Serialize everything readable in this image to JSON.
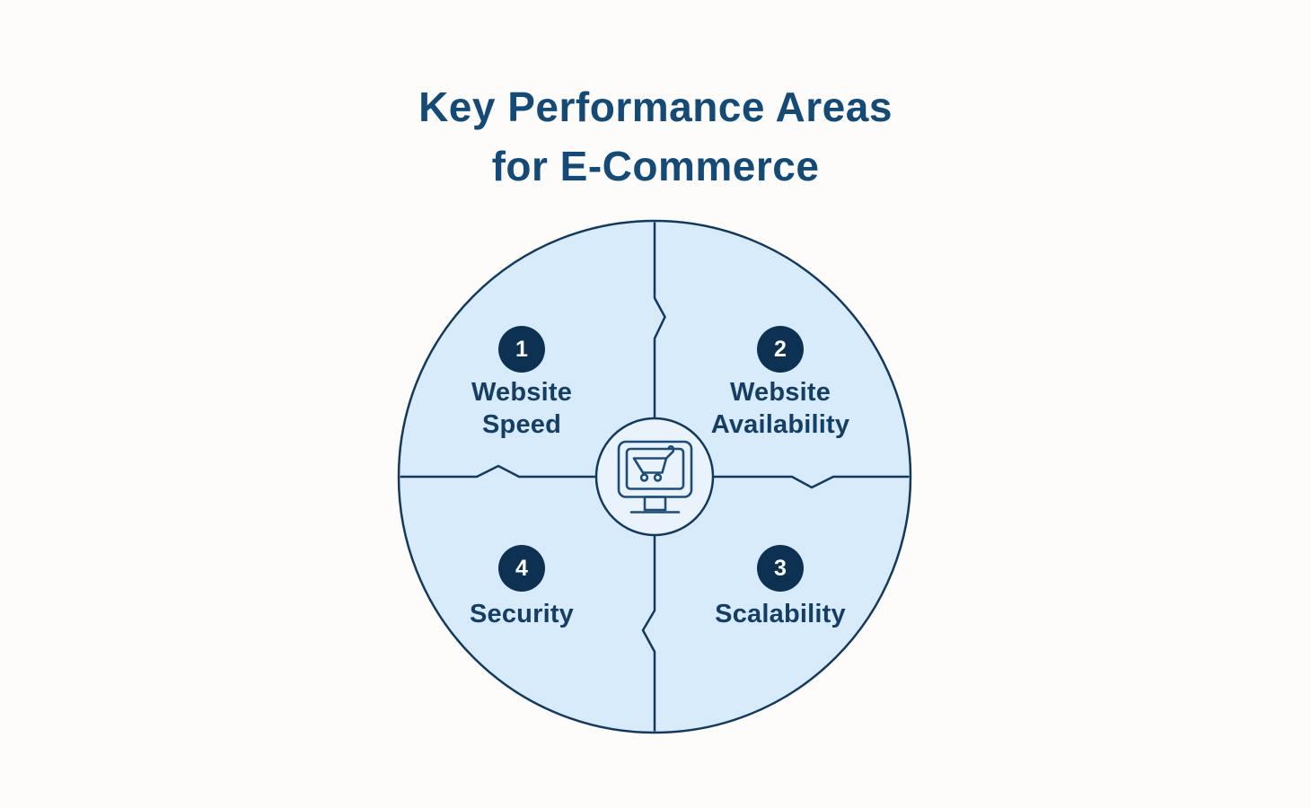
{
  "title": "Key Performance Areas\nfor E-Commerce",
  "quadrants": [
    {
      "number": "1",
      "label": "Website\nSpeed"
    },
    {
      "number": "2",
      "label": "Website\nAvailability"
    },
    {
      "number": "3",
      "label": "Scalability"
    },
    {
      "number": "4",
      "label": "Security"
    }
  ],
  "center_icon": "monitor-with-shopping-cart",
  "colors": {
    "bg": "#fdfcfa",
    "quadrant_fill": "#d7ebfa",
    "center_fill": "#eaf3fc",
    "stroke": "#123a5e",
    "icon_stroke": "#1c4d7c",
    "badge_bg": "#0d3153",
    "badge_text": "#ffffff",
    "title_color": "#124a7a",
    "label_color": "#133f66"
  }
}
